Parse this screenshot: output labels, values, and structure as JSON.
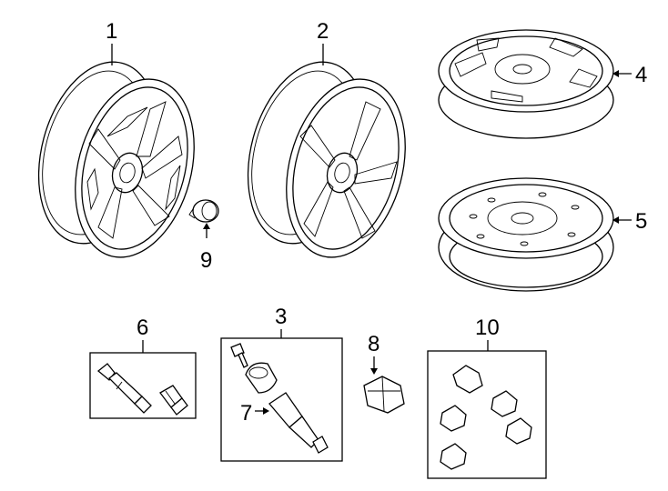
{
  "diagram": {
    "callouts": {
      "c1": "1",
      "c2": "2",
      "c3": "3",
      "c4": "4",
      "c5": "5",
      "c6": "6",
      "c7": "7",
      "c8": "8",
      "c9": "9",
      "c10": "10"
    },
    "parts": [
      "alloy-wheel-split-spoke",
      "alloy-wheel-five-spoke",
      "tpms-sensor-kit",
      "steel-wheel-with-windows",
      "steel-spare-wheel",
      "valve-stem-kit",
      "tpms-sensor",
      "lug-nut",
      "center-cap",
      "wheel-lock-kit"
    ],
    "colors": {
      "line": "#000000",
      "background": "#ffffff"
    }
  }
}
